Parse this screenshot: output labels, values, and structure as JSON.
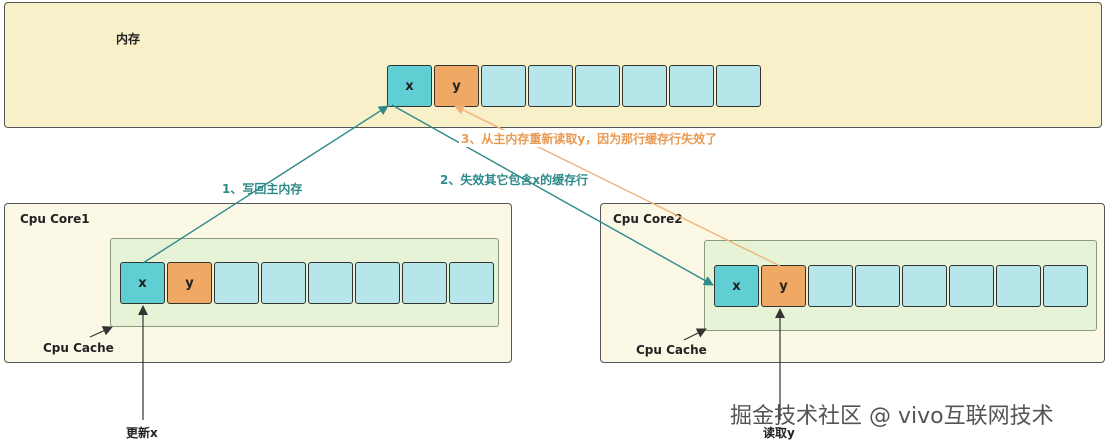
{
  "memory": {
    "label": "内存",
    "cells": [
      "x",
      "y",
      "",
      "",
      "",
      "",
      "",
      ""
    ]
  },
  "core1": {
    "label": "Cpu Core1",
    "cache_label": "Cpu Cache",
    "cells": [
      "x",
      "y",
      "",
      "",
      "",
      "",
      "",
      ""
    ],
    "action": "更新x"
  },
  "core2": {
    "label": "Cpu Core2",
    "cache_label": "Cpu Cache",
    "cells": [
      "x",
      "y",
      "",
      "",
      "",
      "",
      "",
      ""
    ],
    "action": "读取y"
  },
  "steps": {
    "step1": "1、写回主内存",
    "step2": "2、失效其它包含x的缓存行",
    "step3": "3、从主内存重新读取y，因为那行缓存行失效了"
  },
  "colors": {
    "x_cell": "#5fcfd3",
    "y_cell": "#f0a865",
    "empty_cell": "#b6e6ea",
    "teal_arrow": "#2f8a8a",
    "orange_arrow": "#f0b27a"
  },
  "watermark": "掘金技术社区 @ vivo互联网技术"
}
